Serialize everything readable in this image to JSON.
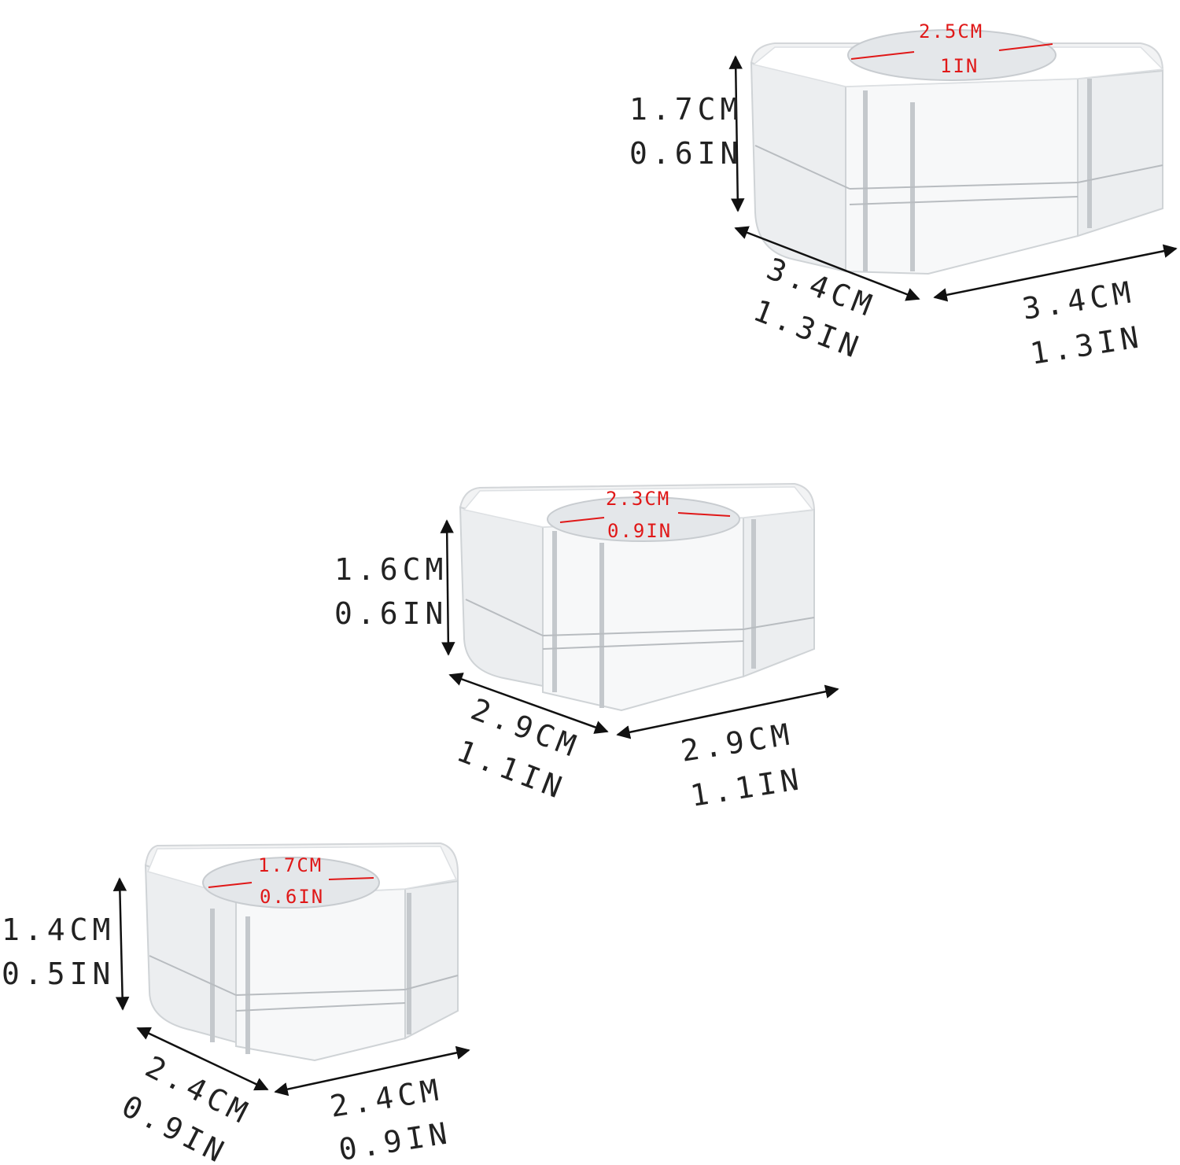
{
  "stands": [
    {
      "id": "large",
      "height_cm": "1.7CM",
      "height_in": "0.6IN",
      "depth_cm": "3.4CM",
      "depth_in": "1.3IN",
      "width_cm": "3.4CM",
      "width_in": "1.3IN",
      "hole_cm": "2.5CM",
      "hole_in": "1IN"
    },
    {
      "id": "medium",
      "height_cm": "1.6CM",
      "height_in": "0.6IN",
      "depth_cm": "2.9CM",
      "depth_in": "1.1IN",
      "width_cm": "2.9CM",
      "width_in": "1.1IN",
      "hole_cm": "2.3CM",
      "hole_in": "0.9IN"
    },
    {
      "id": "small",
      "height_cm": "1.4CM",
      "height_in": "0.5IN",
      "depth_cm": "2.4CM",
      "depth_in": "0.9IN",
      "width_cm": "2.4CM",
      "width_in": "0.9IN",
      "hole_cm": "1.7CM",
      "hole_in": "0.6IN"
    }
  ],
  "colors": {
    "dimension_text": "#222222",
    "hole_text": "#e01818",
    "background": "#ffffff"
  }
}
